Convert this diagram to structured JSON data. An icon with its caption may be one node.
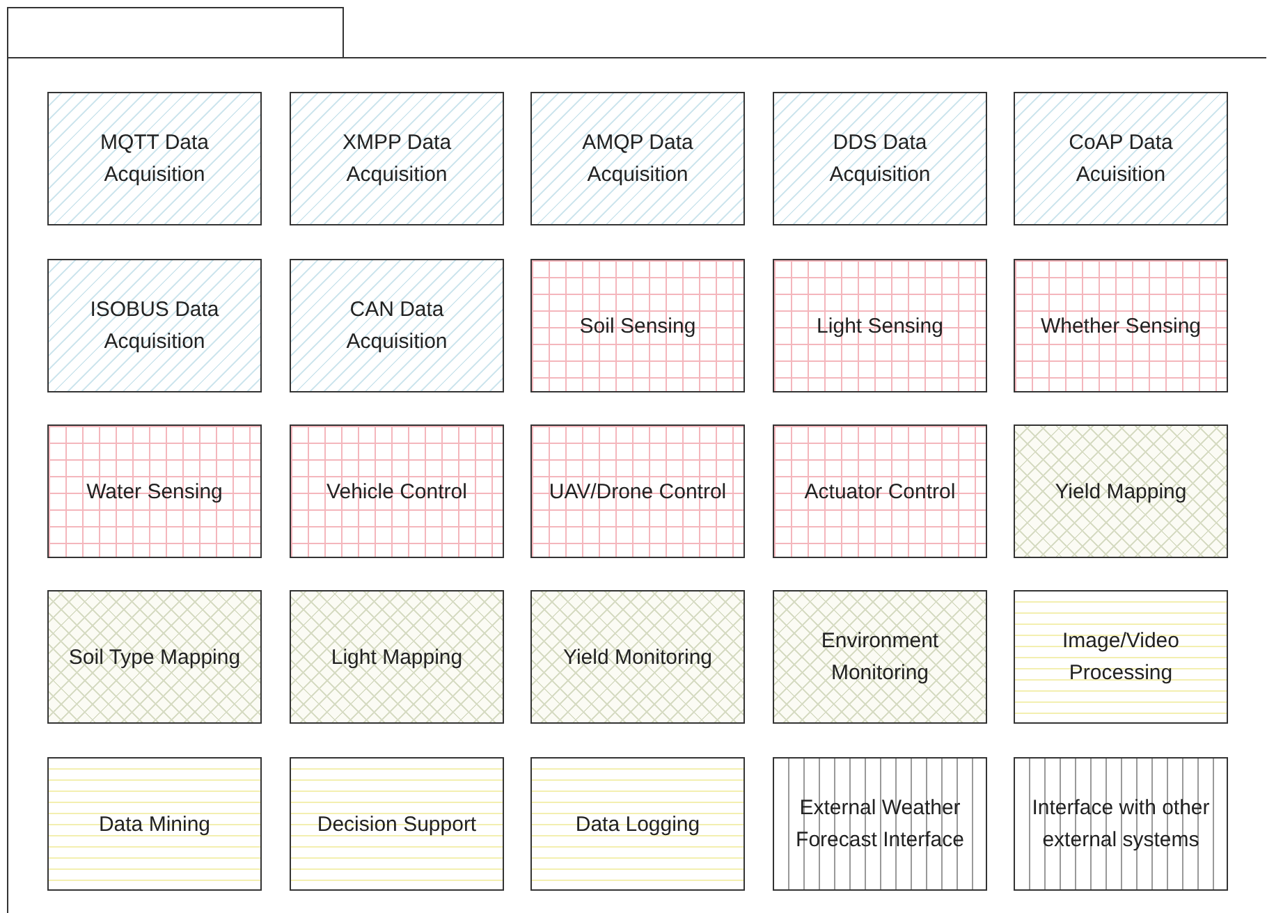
{
  "diagram": {
    "nodes": [
      {
        "text": [],
        "shape": "box"
      },
      {
        "text": [
          "MQTT Data Acquisition"
        ],
        "in": 0
      },
      {
        "text": [
          "XMPP Data Acquisition"
        ],
        "in": 0
      },
      {
        "text": [
          "AMQP Data Acquisition"
        ],
        "in": 0
      },
      {
        "text": [
          "DDS Data Acquisition"
        ],
        "in": 0
      },
      {
        "text": [
          "CoAP Data Acuisition"
        ],
        "in": 0
      },
      {
        "text": [
          "ISOBUS Data Acquisition"
        ],
        "in": 0
      },
      {
        "text": [
          "CAN Data Acquisition"
        ],
        "in": 0
      },
      {
        "text": [
          "Soil Sensing"
        ],
        "in": 0
      },
      {
        "text": [
          "Light Sensing"
        ],
        "in": 0
      },
      {
        "text": [
          "Whether Sensing"
        ],
        "in": 0
      },
      {
        "text": [
          "Water Sensing"
        ],
        "in": 0
      },
      {
        "text": [
          "Vehicle Control"
        ],
        "in": 0
      },
      {
        "text": [
          "UAV/Drone Control"
        ],
        "in": 0
      },
      {
        "text": [
          "Actuator Control"
        ],
        "in": 0
      },
      {
        "text": [
          "Yield Mapping"
        ],
        "in": 0
      },
      {
        "text": [
          "Soil Type Mapping"
        ],
        "in": 0
      },
      {
        "text": [
          "Light Mapping"
        ],
        "in": 0
      },
      {
        "text": [
          "Yield Monitoring"
        ],
        "in": 0
      },
      {
        "text": [
          "Environment Monitoring"
        ],
        "in": 0
      },
      {
        "text": [
          "Image/Video Processing"
        ],
        "in": 0
      },
      {
        "text": [
          "Data Mining"
        ],
        "in": 0
      },
      {
        "text": [
          "Decision Support"
        ],
        "in": 0
      },
      {
        "text": [
          "Data Logging"
        ],
        "in": 0
      },
      {
        "text": [
          "External Weather Forecast Interface"
        ],
        "in": 0
      },
      {
        "text": [
          "Interface with other external systems"
        ],
        "in": 0
      }
    ],
    "edges": []
  }
}
